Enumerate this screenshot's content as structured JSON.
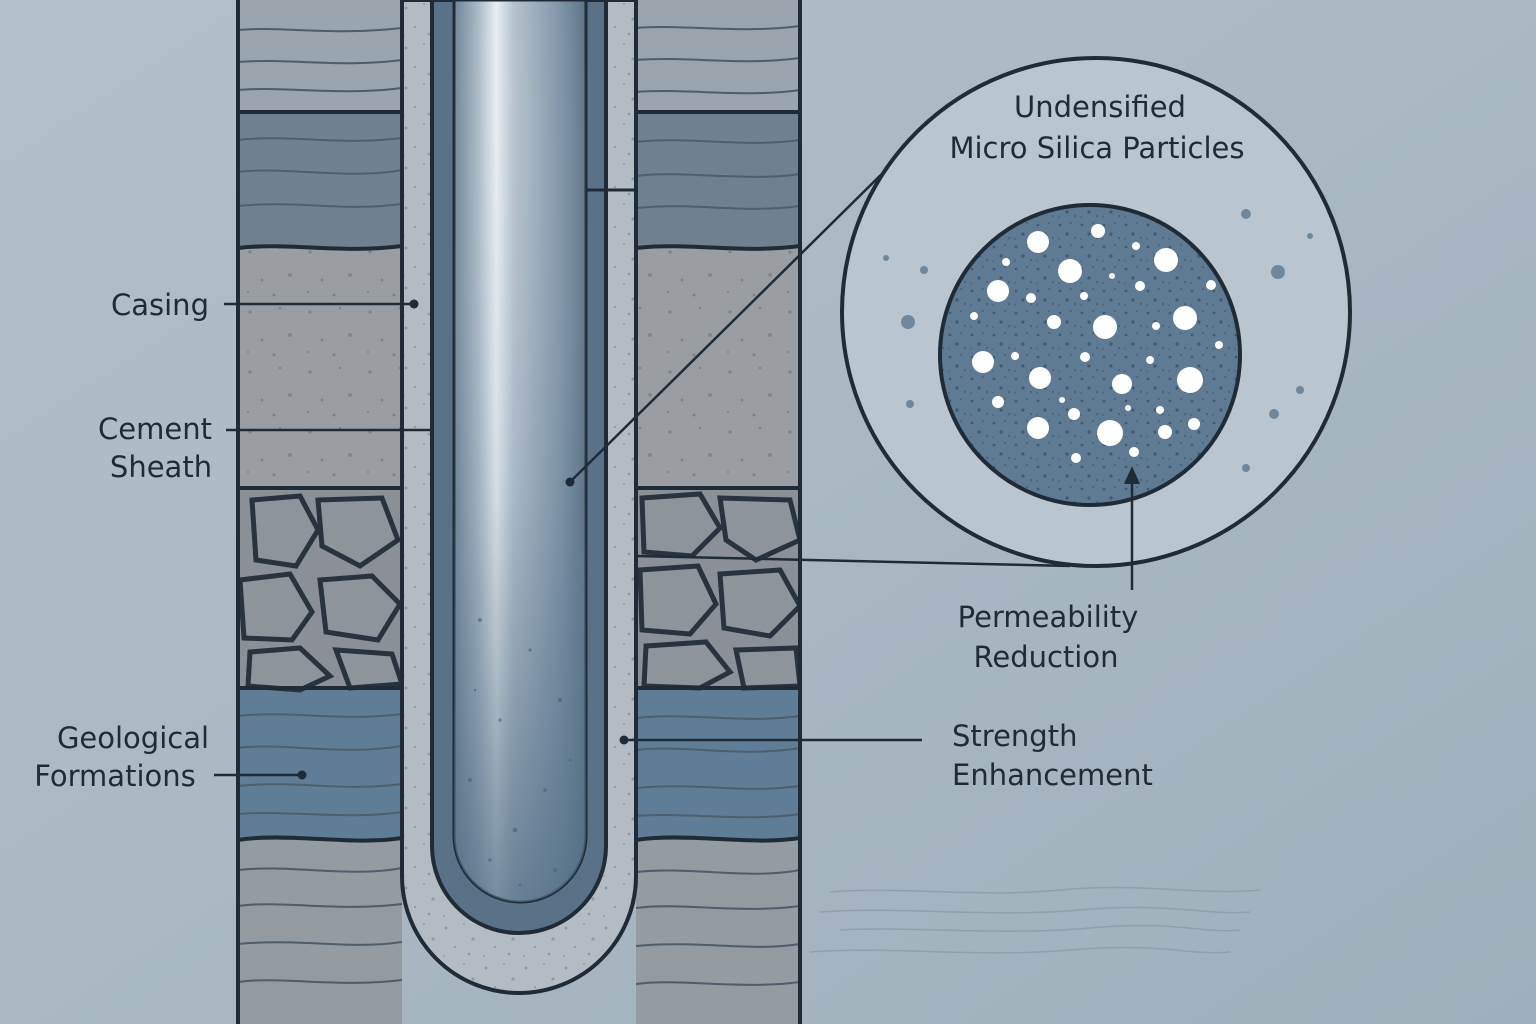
{
  "labels": {
    "casing": "Casing",
    "cement_line1": "Cement",
    "cement_line2": "Sheath",
    "geo_line1": "Geological",
    "geo_line2": "Formations",
    "inset_title_line1": "Undensified",
    "inset_title_line2": "Micro Silica Particles",
    "perm_line1": "Permeability",
    "perm_line2": "Reduction",
    "strength_line1": "Strength",
    "strength_line2": "Enhancement"
  },
  "colors": {
    "background": "#a8b6c1",
    "outline": "#1f2b36",
    "cement": "#b3bdc3",
    "casing_steel": "#8fa3b5",
    "micro_silica_core": "#5c7890",
    "particle": "#ffffff"
  }
}
